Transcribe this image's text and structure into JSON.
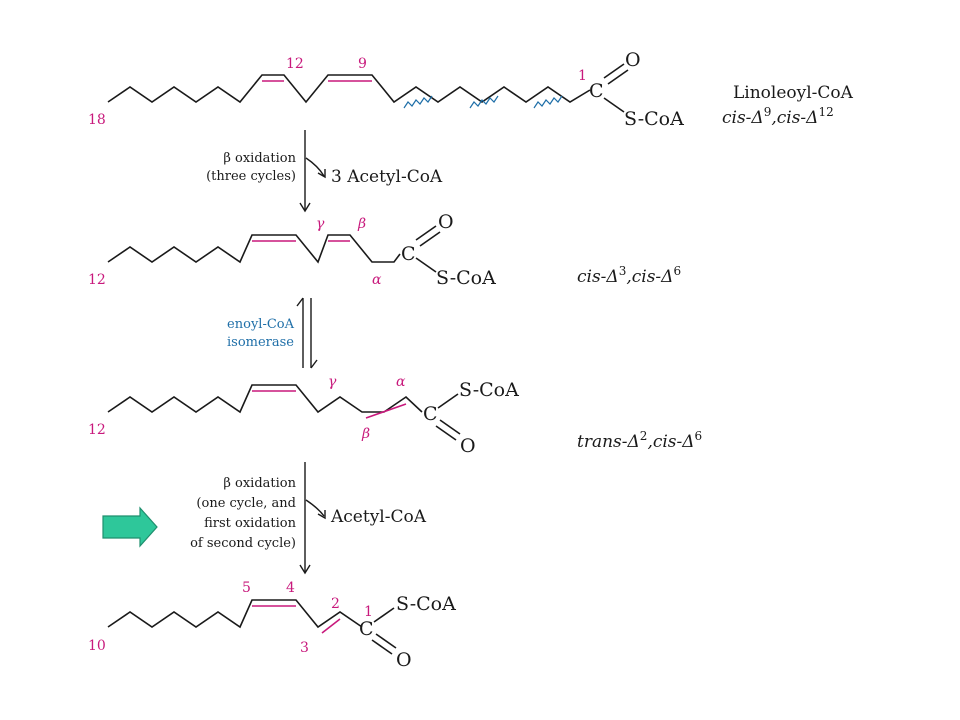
{
  "compounds": {
    "linoleoyl": {
      "name": "Linoleoyl-CoA",
      "num_18": "18",
      "num_12": "12",
      "num_9": "9",
      "num_1": "1",
      "carbonyl_c": "C",
      "carbonyl_o": "O",
      "thioester": "S-CoA"
    },
    "cis3cis6": {
      "num_12": "12",
      "gamma": "γ",
      "beta": "β",
      "alpha": "α",
      "carbonyl_c": "C",
      "carbonyl_o": "O",
      "thioester": "S-CoA"
    },
    "trans2cis6": {
      "num_12": "12",
      "gamma": "γ",
      "alpha": "α",
      "beta": "β",
      "carbonyl_c": "C",
      "carbonyl_o": "O",
      "thioester": "S-CoA"
    },
    "cis4trans2": {
      "num_10": "10",
      "num_5": "5",
      "num_4": "4",
      "num_3": "3",
      "num_2": "2",
      "num_1": "1",
      "carbonyl_c": "C",
      "carbonyl_o": "O",
      "thioester": "S-CoA"
    }
  },
  "labels": {
    "l1": {
      "prefix1": "cis-Δ",
      "sup1": "9",
      "sep": ",",
      "prefix2": "cis-Δ",
      "sup2": "12"
    },
    "l2": {
      "prefix1": "cis-Δ",
      "sup1": "3",
      "sep": ",",
      "prefix2": "cis-Δ",
      "sup2": "6"
    },
    "l3": {
      "prefix1": "trans-Δ",
      "sup1": "2",
      "sep": ",",
      "prefix2": "cis-Δ",
      "sup2": "6"
    }
  },
  "step1": {
    "line1": "β oxidation",
    "line2": "(three cycles)",
    "product": "3 Acetyl-CoA"
  },
  "step2": {
    "enzyme_line1": "enoyl-CoA",
    "enzyme_line2": "isomerase"
  },
  "step3": {
    "line1": "β oxidation",
    "line2": "(one cycle, and",
    "line3": "first oxidation",
    "line4": "of second cycle)",
    "product": "Acetyl-CoA"
  },
  "colors": {
    "double_bond": "#c8197c",
    "enzyme": "#1f6fa8",
    "slide_arrow": "#2ec79a"
  },
  "icons": {
    "slide_arrow": "right-arrow-icon"
  }
}
